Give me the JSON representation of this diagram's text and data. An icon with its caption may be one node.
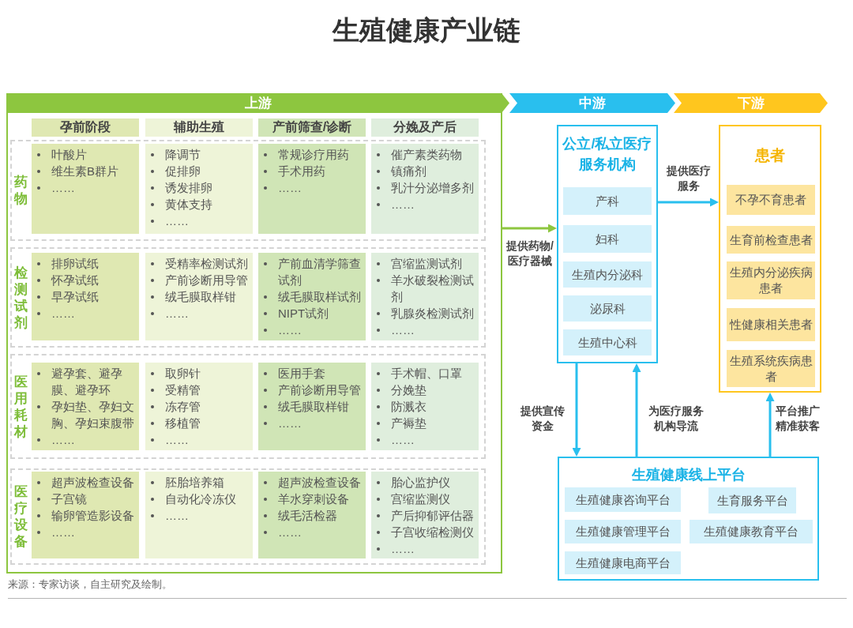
{
  "diagram": {
    "title": "生殖健康产业链",
    "nodes": [
      {
        "text": [
          "上游"
        ]
      },
      {
        "text": [
          "孕前阶段"
        ],
        "in": 0
      },
      {
        "text": [
          "辅助生殖"
        ],
        "in": 0
      },
      {
        "text": [
          "产前筛查/诊断"
        ],
        "in": 0
      },
      {
        "text": [
          "分娩及产后"
        ],
        "in": 0
      },
      {
        "text": [
          "药物"
        ],
        "in": 0
      },
      {
        "text": [
          "叶酸片",
          "维生素B群片",
          "……"
        ],
        "in": 5
      },
      {
        "text": [
          "降调节",
          "促排卵",
          "诱发排卵",
          "黄体支持",
          "……"
        ],
        "in": 5
      },
      {
        "text": [
          "常规诊疗用药",
          "手术用药",
          "……"
        ],
        "in": 5
      },
      {
        "text": [
          "催产素类药物",
          "镇痛剂",
          "乳汁分泌增多剂",
          "……"
        ],
        "in": 5
      },
      {
        "text": [
          "检测试剂"
        ],
        "in": 0
      },
      {
        "text": [
          "排卵试纸",
          "怀孕试纸",
          "早孕试纸",
          "……"
        ],
        "in": 10
      },
      {
        "text": [
          "受精率检测试剂",
          "产前诊断用导管",
          "绒毛膜取样钳",
          "……"
        ],
        "in": 10
      },
      {
        "text": [
          "产前血清学筛查试剂",
          "绒毛膜取样试剂",
          "NIPT试剂",
          "……"
        ],
        "in": 10
      },
      {
        "text": [
          "宫缩监测试剂",
          "羊水破裂检测试剂",
          "乳腺炎检测试剂",
          "……"
        ],
        "in": 10
      },
      {
        "text": [
          "医用耗材"
        ],
        "in": 0
      },
      {
        "text": [
          "避孕套、避孕膜、避孕环",
          "孕妇垫、孕妇文胸、孕妇束腹带",
          "……"
        ],
        "in": 15
      },
      {
        "text": [
          "取卵针",
          "受精管",
          "冻存管",
          "移植管",
          "……"
        ],
        "in": 15
      },
      {
        "text": [
          "医用手套",
          "产前诊断用导管",
          "绒毛膜取样钳",
          "……"
        ],
        "in": 15
      },
      {
        "text": [
          "手术帽、口罩",
          "分娩垫",
          "防溅衣",
          "产褥垫",
          "……"
        ],
        "in": 15
      },
      {
        "text": [
          "医疗设备"
        ],
        "in": 0
      },
      {
        "text": [
          "超声波检查设备",
          "子宫镜",
          "输卵管造影设备",
          "……"
        ],
        "in": 20
      },
      {
        "text": [
          "胚胎培养箱",
          "自动化冷冻仪",
          "……"
        ],
        "in": 20
      },
      {
        "text": [
          "超声波检查设备",
          "羊水穿刺设备",
          "绒毛活检器",
          "……"
        ],
        "in": 20
      },
      {
        "text": [
          "胎心监护仪",
          "宫缩监测仪",
          "产后抑郁评估器",
          "子宫收缩检测仪",
          "……"
        ],
        "in": 20
      },
      {
        "text": [
          "中游"
        ]
      },
      {
        "text": [
          "下游"
        ]
      },
      {
        "text": [
          "公立/私立医疗服务机构"
        ]
      },
      {
        "text": [
          "产科"
        ],
        "in": 27
      },
      {
        "text": [
          "妇科"
        ],
        "in": 27
      },
      {
        "text": [
          "生殖内分泌科"
        ],
        "in": 27
      },
      {
        "text": [
          "泌尿科"
        ],
        "in": 27
      },
      {
        "text": [
          "生殖中心科"
        ],
        "in": 27
      },
      {
        "text": [
          "患者"
        ]
      },
      {
        "text": [
          "不孕不育患者"
        ],
        "in": 33
      },
      {
        "text": [
          "生育前检查患者"
        ],
        "in": 33
      },
      {
        "text": [
          "生殖内分泌疾病患者"
        ],
        "in": 33
      },
      {
        "text": [
          "性健康相关患者"
        ],
        "in": 33
      },
      {
        "text": [
          "生殖系统疾病患者"
        ],
        "in": 33
      },
      {
        "text": [
          "生殖健康线上平台"
        ]
      },
      {
        "text": [
          "生殖健康咨询平台"
        ],
        "in": 39
      },
      {
        "text": [
          "生育服务平台"
        ],
        "in": 39
      },
      {
        "text": [
          "生殖健康管理平台"
        ],
        "in": 39
      },
      {
        "text": [
          "生殖健康教育平台"
        ],
        "in": 39
      },
      {
        "text": [
          "生殖健康电商平台"
        ],
        "in": 39
      }
    ],
    "edges": [
      {
        "from": 0,
        "to": 27,
        "arrow": "to",
        "label": "提供药物/医疗器械",
        "color": "#8dc63f"
      },
      {
        "from": 27,
        "to": 33,
        "arrow": "to",
        "label": "提供医疗服务"
      },
      {
        "from": 27,
        "to": 39,
        "arrow": "to",
        "label": "提供宣传资金"
      },
      {
        "from": 39,
        "to": 27,
        "arrow": "to",
        "label": "为医疗服务机构导流"
      },
      {
        "from": 39,
        "to": 33,
        "arrow": "to",
        "label": "平台推广精准获客"
      }
    ],
    "labels": [
      "来源：专家访谈，自主研究及绘制。"
    ]
  }
}
